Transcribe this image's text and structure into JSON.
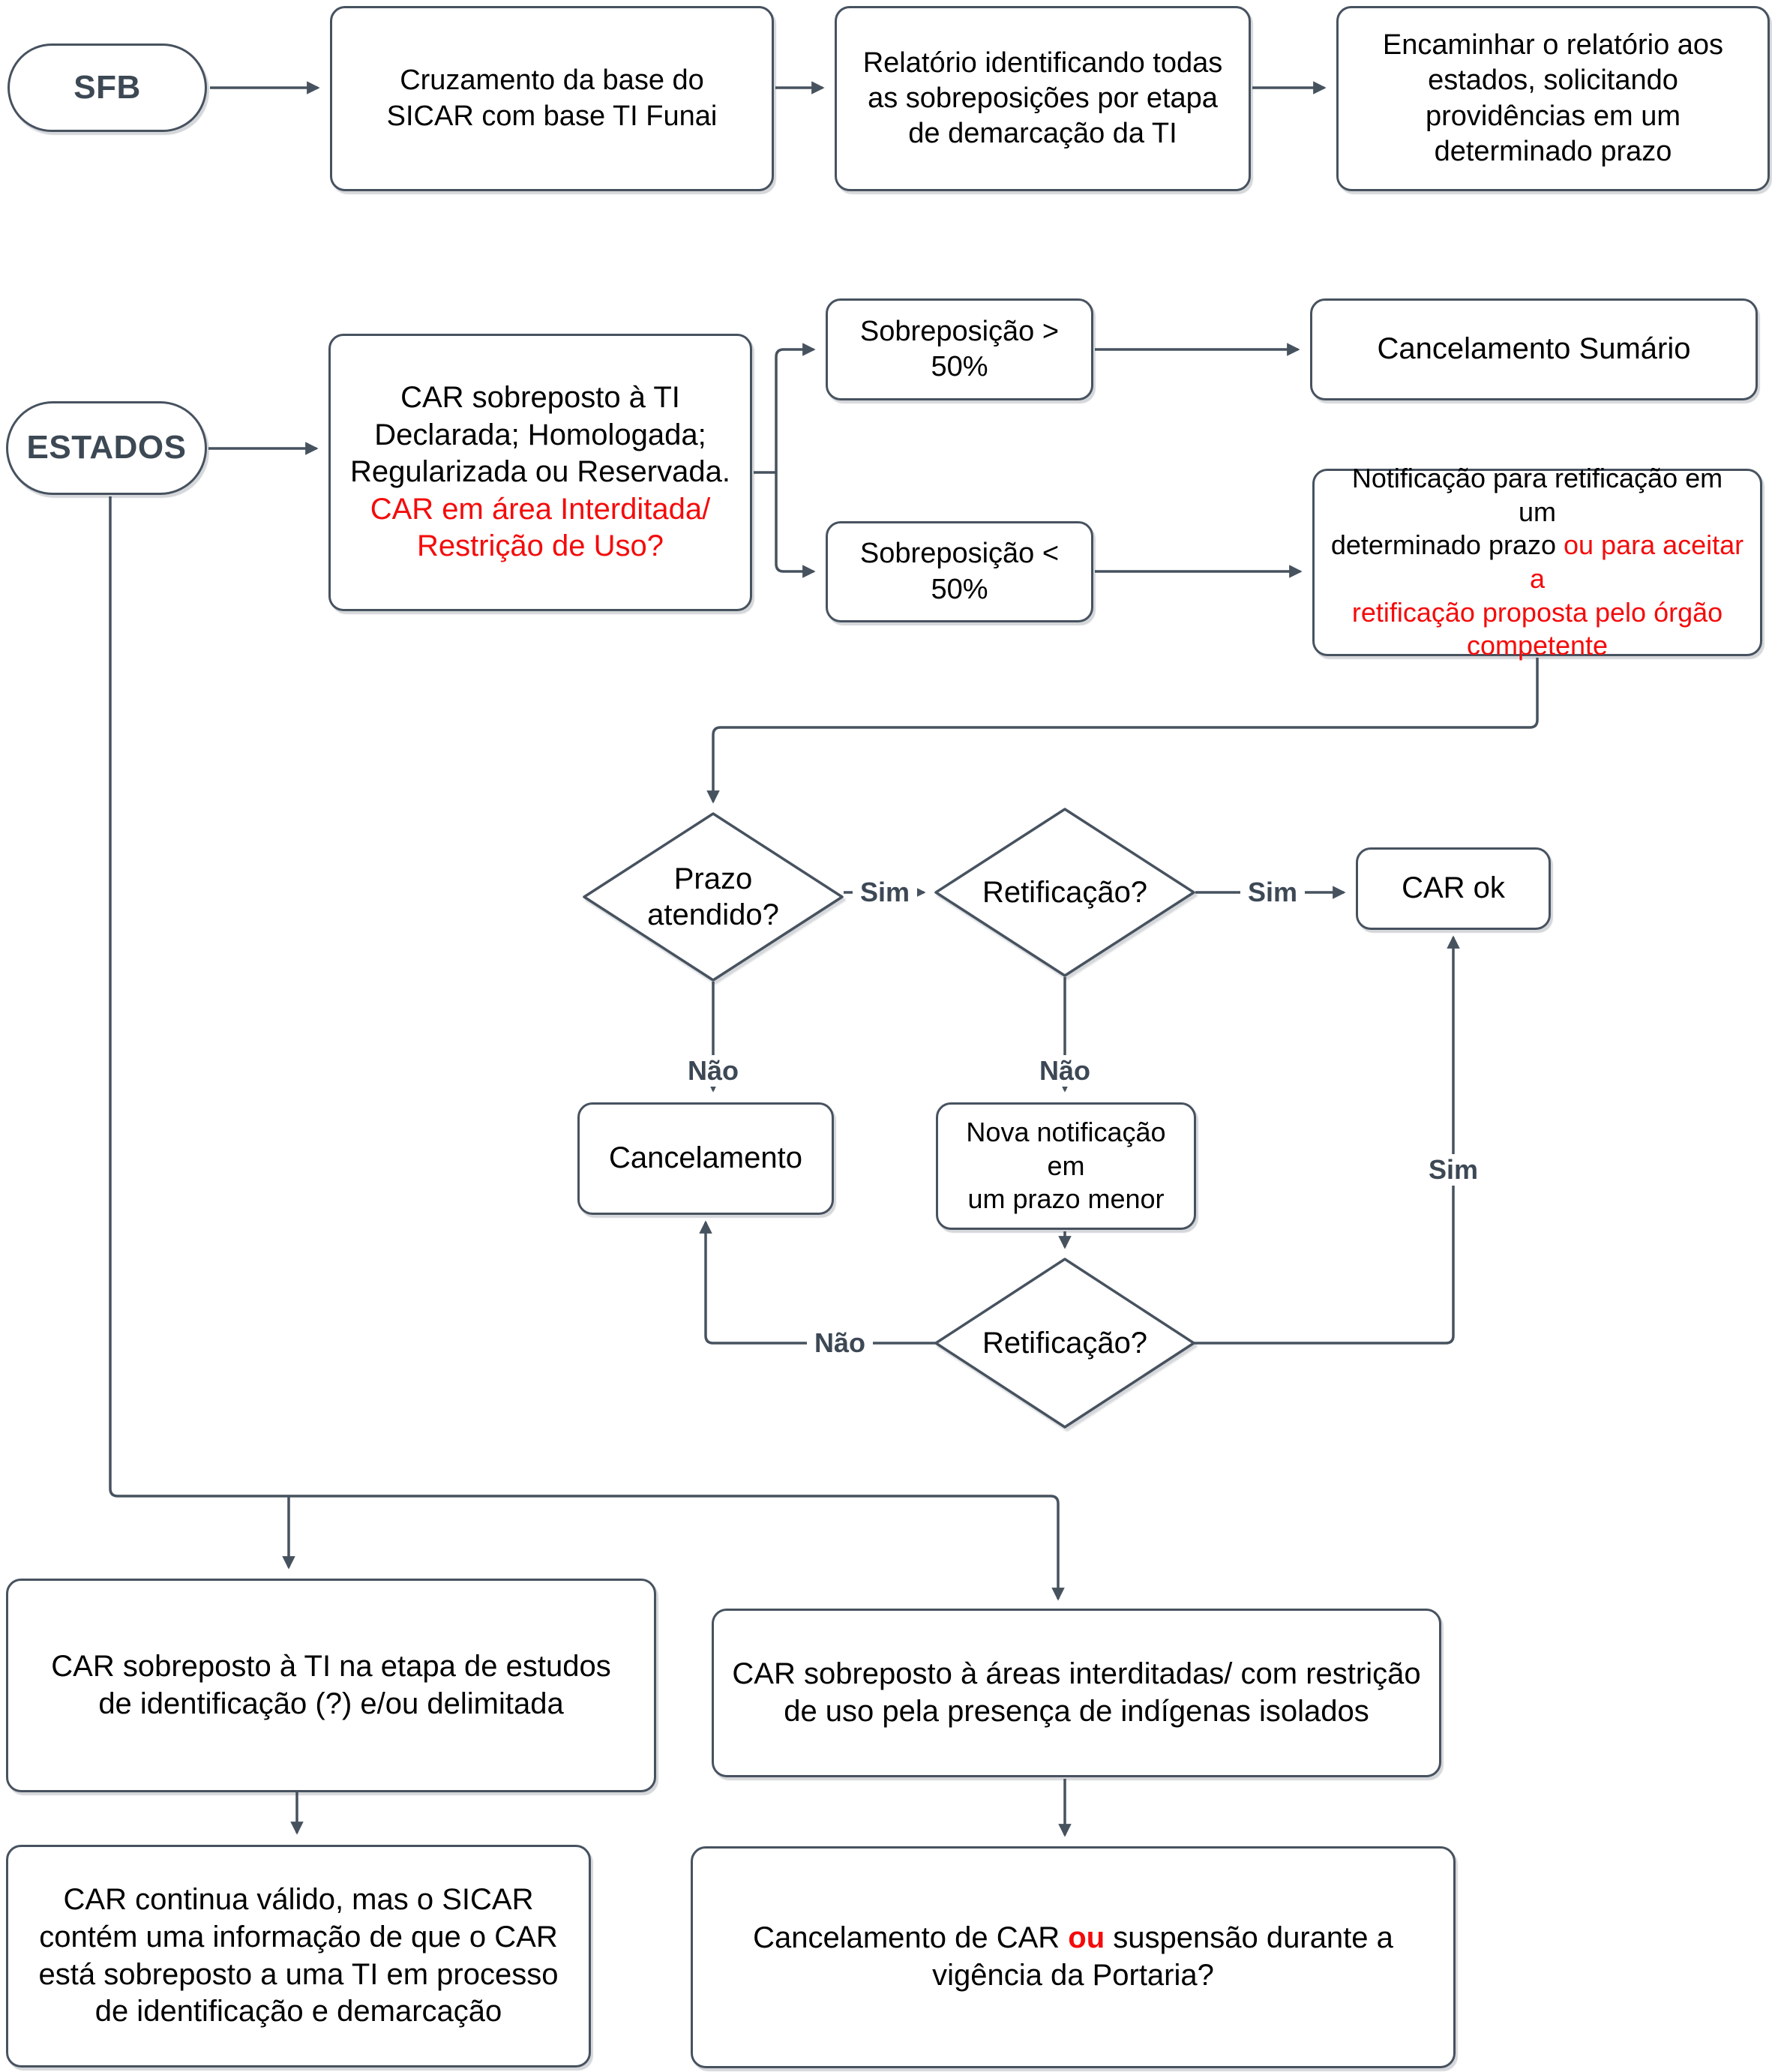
{
  "palette": {
    "line": "#47525F",
    "red": "#F40B0B",
    "pill_text": "#3C4854"
  },
  "nodes": {
    "sfb": {
      "label": "SFB"
    },
    "cruzamento": {
      "label": "Cruzamento da base do\nSICAR com base TI Funai"
    },
    "relatorio": {
      "label": "Relatório identificando todas\nas sobreposições por etapa\nde demarcação da TI"
    },
    "encaminhar": {
      "label": "Encaminhar o relatório aos\nestados, solicitando\nprovidências em um\ndeterminado prazo"
    },
    "estados": {
      "label": "ESTADOS"
    },
    "car_sobreposto": {
      "black": "CAR sobreposto à TI\nDeclarada; Homologada;\nRegularizada ou Reservada.\n",
      "red": "CAR em área Interditada/\nRestrição de Uso?"
    },
    "maior50": {
      "label": "Sobreposição > 50%"
    },
    "canc_sumario": {
      "label": "Cancelamento Sumário"
    },
    "menor50": {
      "label": "Sobreposição < 50%"
    },
    "notificacao": {
      "black": "Notificação para retificação em um\ndeterminado prazo ",
      "red": "ou para aceitar a\nretificação proposta pelo órgão\ncompetente"
    },
    "prazo": {
      "label": "Prazo\natendido?"
    },
    "retificacao1": {
      "label": "Retificação?"
    },
    "car_ok": {
      "label": "CAR ok"
    },
    "cancelamento": {
      "label": "Cancelamento"
    },
    "nova_notificacao": {
      "label": "Nova notificação em\num prazo menor"
    },
    "retificacao2": {
      "label": "Retificação?"
    },
    "etapa_estudos": {
      "label": "CAR sobreposto à TI na etapa de estudos\nde identificação (?) e/ou delimitada"
    },
    "areas_interditadas": {
      "label": "CAR sobreposto à áreas interditadas/ com restrição\nde uso pela presença de indígenas isolados"
    },
    "car_valido": {
      "label": "CAR continua válido, mas o SICAR\ncontém uma informação de que o CAR\nestá sobreposto a uma TI em processo\nde identificação e demarcação"
    },
    "canc_suspensao": {
      "pre": "Cancelamento de CAR ",
      "red": "ou",
      "post": " suspensão durante a\nvigência da Portaria?"
    }
  },
  "edge_labels": {
    "sim": "Sim",
    "nao": "Não"
  }
}
